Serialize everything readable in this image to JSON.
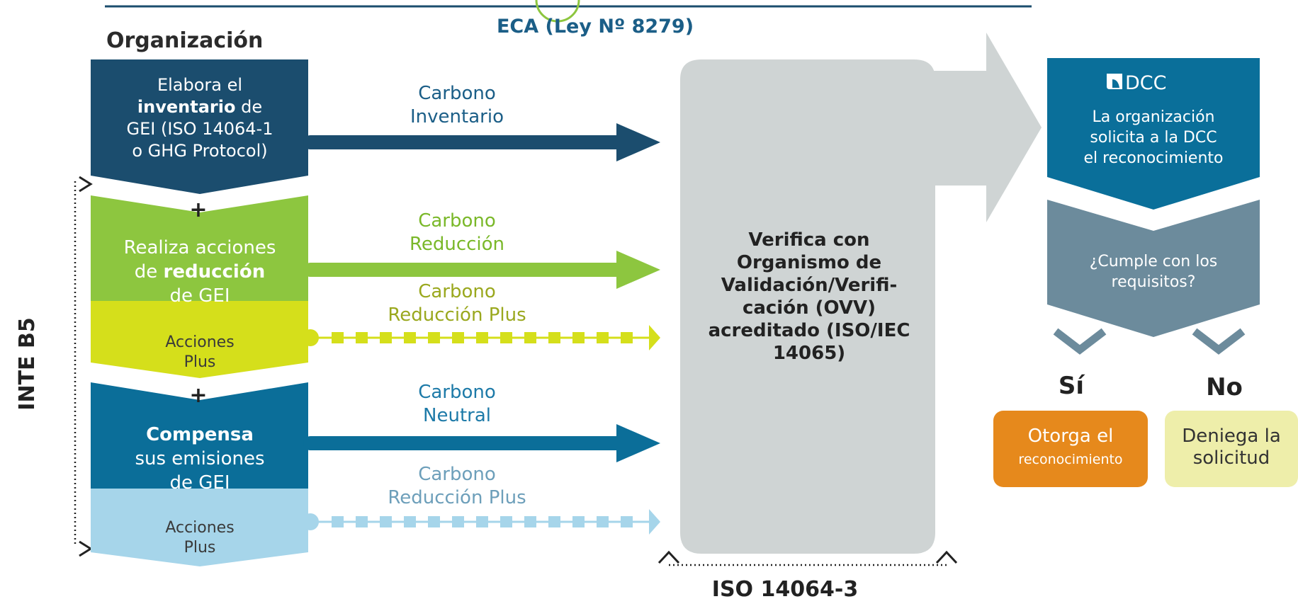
{
  "header": {
    "title": "ECA (Ley Nº 8279)",
    "column_title": "Organización"
  },
  "side_label": "INTE B5",
  "bottom_label": "ISO 14064-3",
  "plus_sign": "+",
  "steps": {
    "inventory": {
      "lines": [
        [
          "Elabora el"
        ],
        [
          "inventario",
          " de"
        ],
        [
          "GEI (ISO 14064-1"
        ],
        [
          "o GHG Protocol)"
        ]
      ],
      "color": "#1b4d6e"
    },
    "reduction": {
      "lines": [
        [
          "Realiza acciones"
        ],
        [
          "de ",
          "reducción"
        ],
        [
          "de GEI"
        ]
      ],
      "color": "#8dc63f"
    },
    "reduction_plus": {
      "lines": [
        [
          "Acciones"
        ],
        [
          "Plus"
        ]
      ],
      "color": "#d5df1b"
    },
    "compensation": {
      "lines": [
        [
          "Compensa"
        ],
        [
          "sus emisiones"
        ],
        [
          "de GEI"
        ]
      ],
      "color": "#0b6e99"
    },
    "compensation_plus": {
      "lines": [
        [
          "Acciones"
        ],
        [
          "Plus"
        ]
      ],
      "color": "#a6d5ea"
    }
  },
  "flows": {
    "inventory": {
      "label": [
        "Carbono",
        "Inventario"
      ],
      "color": "#1b4d6e"
    },
    "reduction": {
      "label": [
        "Carbono",
        "Reducción"
      ],
      "color": "#8dc63f"
    },
    "reduction_plus": {
      "label": [
        "Carbono",
        "Reducción Plus"
      ],
      "color": "#d5df1b"
    },
    "neutral": {
      "label": [
        "Carbono",
        "Neutral"
      ],
      "color": "#0b6e99"
    },
    "neutral_plus": {
      "label": [
        "Carbono",
        "Reducción Plus"
      ],
      "color": "#a6d5ea"
    }
  },
  "verification": {
    "lines": [
      "Verifica con",
      "Organismo de",
      "Validación/Verifi-",
      "cación (OVV)",
      "acreditado  (ISO/IEC",
      "14065)"
    ],
    "color": "#cfd4d4"
  },
  "dcc": {
    "logo_text": "DCC",
    "lines": [
      "La organización",
      "solicita a la DCC",
      "el reconocimiento"
    ],
    "color": "#0a6f9a"
  },
  "question": {
    "lines": [
      "¿Cumple con los",
      "requisitos?"
    ],
    "color": "#6c8b9c"
  },
  "outcomes": {
    "yes": {
      "label": "Sí",
      "box_lines": [
        "Otorga el",
        "reconocimiento"
      ],
      "color": "#e6891c"
    },
    "no": {
      "label": "No",
      "box_lines": [
        "Deniega la",
        "solicitud"
      ],
      "color": "#eeeeaa"
    }
  }
}
